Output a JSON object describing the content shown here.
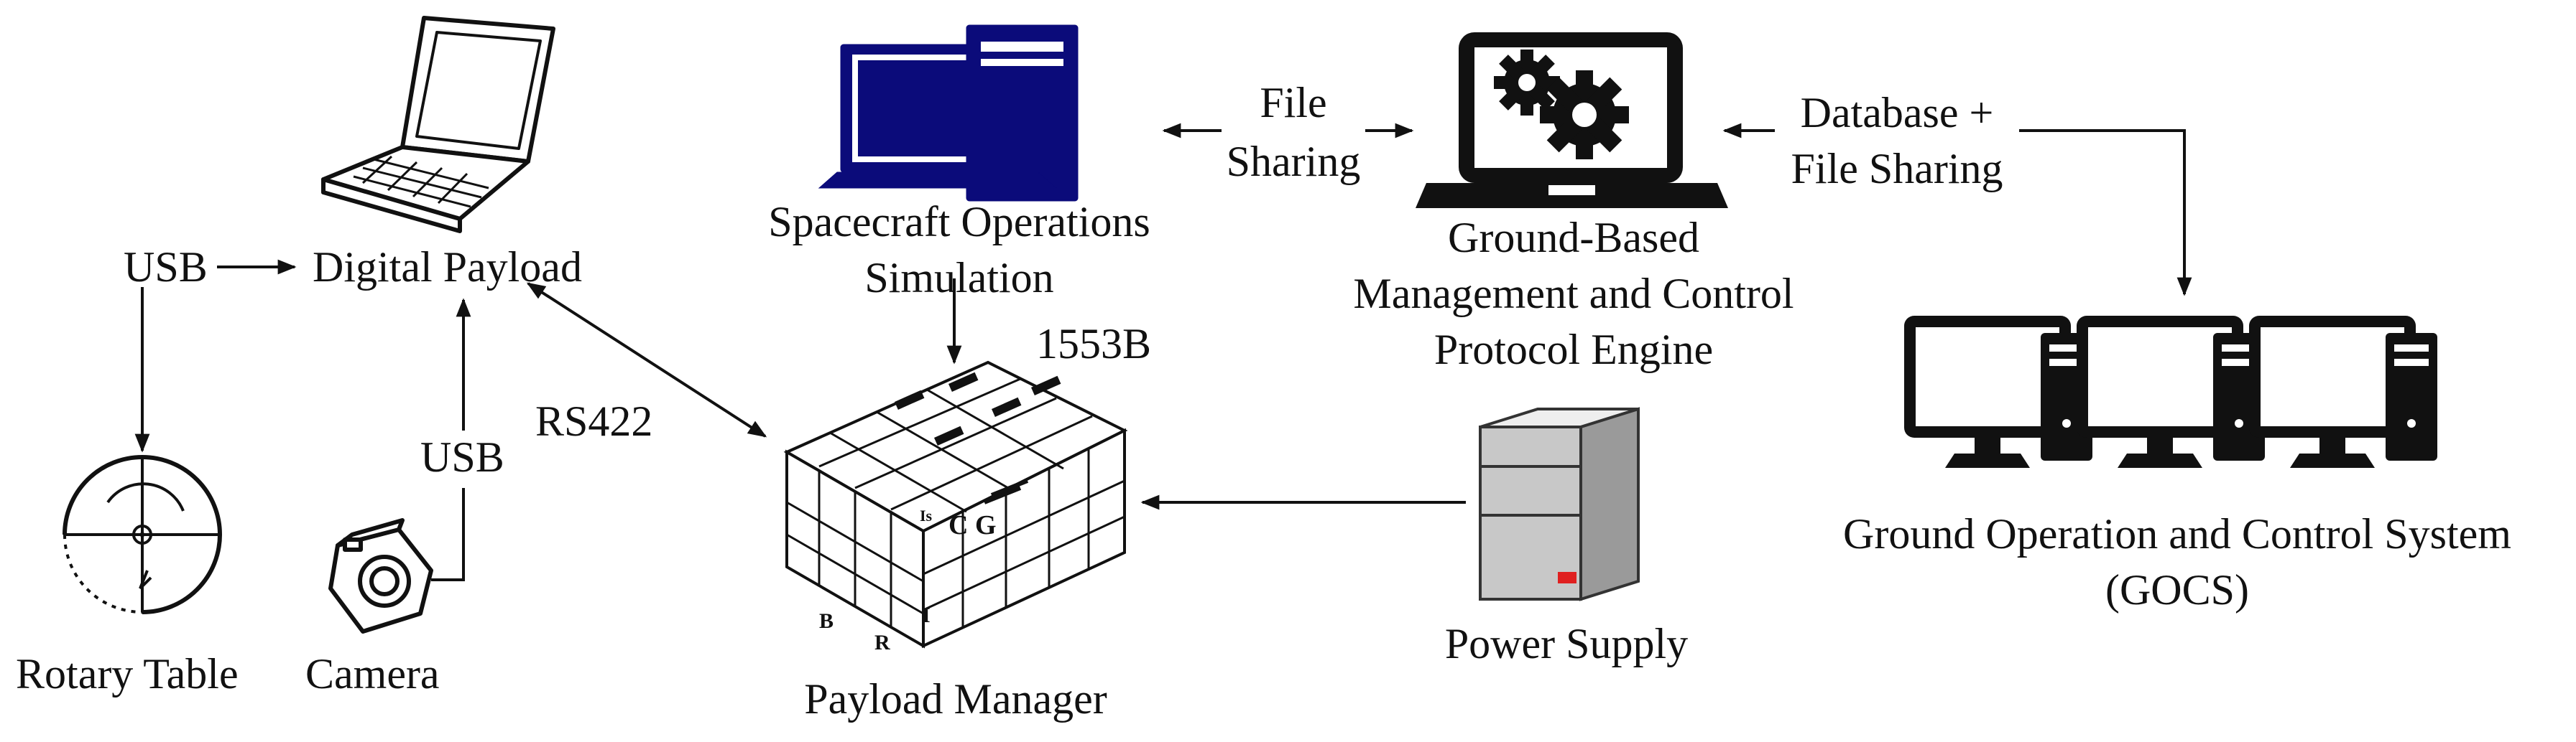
{
  "nodes": {
    "digital_payload": "Digital Payload",
    "spacecraft_ops": [
      "Spacecraft Operations",
      "Simulation"
    ],
    "ground_engine": [
      "Ground-Based",
      "Management and Control",
      "Protocol Engine"
    ],
    "gocs": [
      "Ground Operation and Control System",
      "(GOCS)"
    ],
    "rotary_table": "Rotary Table",
    "camera": "Camera",
    "payload_manager": "Payload Manager",
    "power_supply": "Power Supply"
  },
  "edges": {
    "usb_rotary": "USB",
    "usb_camera": "USB",
    "rs422": "RS422",
    "bus_1553b": "1553B",
    "file_sharing": [
      "File",
      "Sharing"
    ],
    "db_file_sharing": [
      "Database +",
      "File Sharing"
    ]
  },
  "payload_box_marks": {
    "cg": "C G",
    "b": "B",
    "r": "R",
    "i": "I",
    "is": "Is"
  },
  "icons": {
    "laptop": "laptop-icon",
    "desktop": "desktop-computer-icon",
    "gear_laptop": "laptop-gears-icon",
    "workstations": "workstation-cluster-icon",
    "rotary": "rotary-table-icon",
    "camera": "camera-icon",
    "payload": "payload-rack-icon",
    "server": "power-supply-server-icon"
  },
  "colors": {
    "desktop": "#0b0b7a",
    "server_face": "#c8c8c8",
    "server_led": "#e02020",
    "line": "#111111"
  }
}
